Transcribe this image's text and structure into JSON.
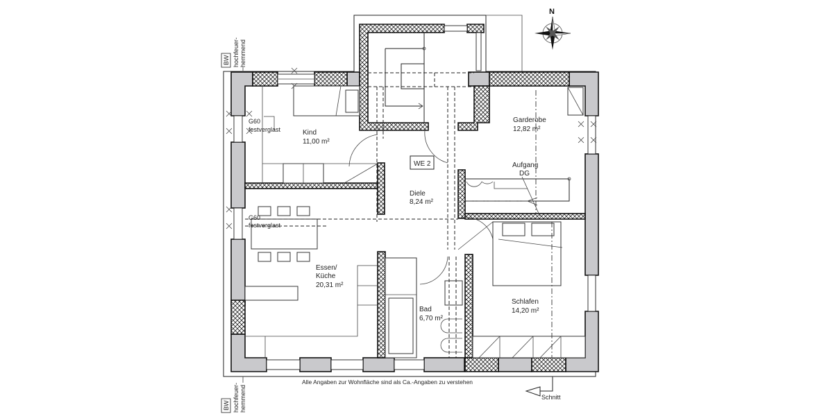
{
  "plan": {
    "unit_label": "WE 2",
    "rooms": [
      {
        "name": "Kind",
        "area": "11,00 m²"
      },
      {
        "name": "Garderobe",
        "area": "12,82 m²"
      },
      {
        "name": "Diele",
        "area": "8,24 m²"
      },
      {
        "name_line1": "Essen/",
        "name_line2": "Küche",
        "area": "20,31 m²"
      },
      {
        "name": "Bad",
        "area": "6,70 m²"
      },
      {
        "name": "Schlafen",
        "area": "14,20 m²"
      }
    ],
    "stair_label_line1": "Aufgang",
    "stair_label_line2": "DG",
    "glazing_labels": [
      {
        "line1": "G60",
        "line2": "festverglast"
      },
      {
        "line1": "G60",
        "line2": "festverglast"
      }
    ],
    "fire_labels": [
      {
        "box": "BW",
        "line1": "hochfeuer-",
        "line2": "hemmend"
      },
      {
        "box": "BW",
        "line1": "hochfeuer-",
        "line2": "hemmend"
      }
    ],
    "footnote": "Alle Angaben zur Wohnfläche sind als Ca.-Angaben  zu verstehen",
    "section_label": "Schnitt",
    "north_label": "N"
  },
  "colors": {
    "wall_fill": "#c9c9cc",
    "line": "#222222",
    "background": "#ffffff"
  }
}
